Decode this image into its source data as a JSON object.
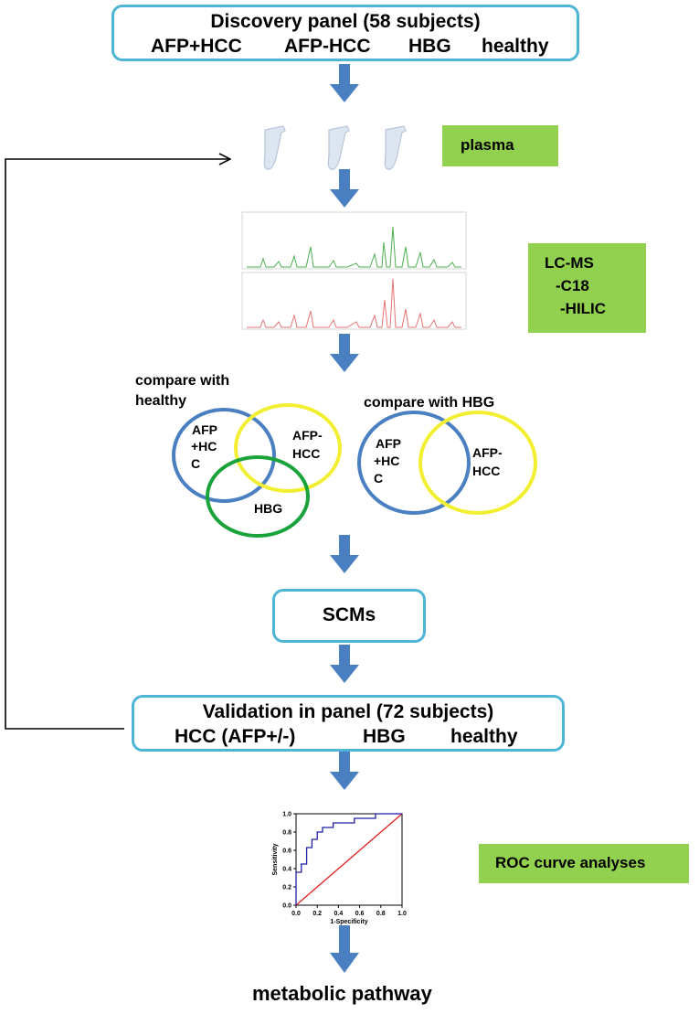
{
  "discovery": {
    "title": "Discovery panel (58 subjects)",
    "groups": [
      "AFP+HCC",
      "AFP-HCC",
      "HBG",
      "healthy"
    ]
  },
  "plasma_label": "plasma",
  "lcms": {
    "line1": "LC-MS",
    "line2": "-C18",
    "line3": "-HILIC"
  },
  "venn_left": {
    "title_line1": "compare with",
    "title_line2": "healthy",
    "circle_a": [
      "AFP",
      "+HC",
      "C"
    ],
    "circle_b": [
      "AFP-",
      "HCC"
    ],
    "circle_c": "HBG"
  },
  "venn_right": {
    "title": "compare with HBG",
    "circle_a": [
      "AFP",
      "+HC",
      "C"
    ],
    "circle_b": [
      "AFP-",
      "HCC"
    ]
  },
  "scms_label": "SCMs",
  "validation": {
    "title": "Validation in panel (72 subjects)",
    "groups": [
      "HCC (AFP+/-)",
      "HBG",
      "healthy"
    ]
  },
  "roc_label": "ROC curve analyses",
  "final_label": "metabolic pathway",
  "roc_chart": {
    "x_ticks": [
      "0.0",
      "0.2",
      "0.4",
      "0.6",
      "0.8",
      "1.0"
    ],
    "y_ticks": [
      "0.0",
      "0.2",
      "0.4",
      "0.6",
      "0.8",
      "1.0"
    ],
    "xlabel": "1-Specificity",
    "ylabel": "Sensitivity"
  },
  "chart_data": {
    "type": "line",
    "xlabel": "1-Specificity",
    "ylabel": "Sensitivity",
    "xlim": [
      0,
      1
    ],
    "ylim": [
      0,
      1
    ],
    "series": [
      {
        "x": [
          0,
          0,
          0.05,
          0.05,
          0.1,
          0.1,
          0.15,
          0.15,
          0.2,
          0.2,
          0.25,
          0.25,
          0.35,
          0.35,
          0.55,
          0.55,
          0.75,
          0.75,
          1.0
        ],
        "y": [
          0,
          0.36,
          0.36,
          0.45,
          0.45,
          0.63,
          0.63,
          0.72,
          0.72,
          0.8,
          0.8,
          0.85,
          0.85,
          0.9,
          0.9,
          0.95,
          0.95,
          1.0,
          1.0
        ]
      },
      {
        "x": [
          0,
          1
        ],
        "y": [
          0,
          1
        ]
      }
    ],
    "colors": {
      "roc": "#1f1fa8",
      "reference": "#e02020"
    }
  }
}
